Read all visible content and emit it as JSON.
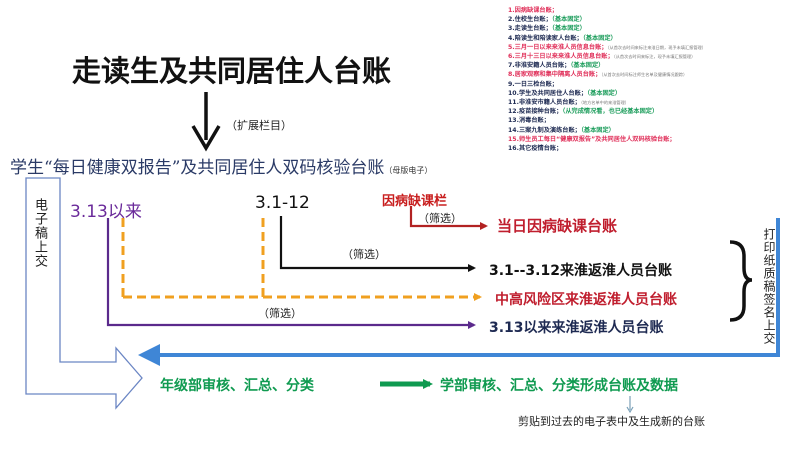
{
  "title": "走读生及共同居住人台账",
  "expand_note": "（扩展栏目）",
  "heading": {
    "part1": "学生“每日健康双报告”及共同居住人双码核验台账",
    "part2": "（母版电子）"
  },
  "left_vertical": "电子稿上交",
  "right_vertical": "打印纸质稿签名上交",
  "node_313": "3.13以来",
  "node_31_12": "3.1-12",
  "sick_column": "因病缺课栏",
  "filter_label": "（筛选）",
  "outputs": {
    "sick_ledger": "当日因病缺课台账",
    "return_31_312": "3.1--3.12来淮返淮人员台账",
    "risk_area": "中高风险区来淮返淮人员台账",
    "return_313": "3.13以来来淮返淮人员台账"
  },
  "grade_review": "年级部审核、汇总、分类",
  "school_review": "学部审核、汇总、分类形成台账及数据",
  "paste_note": "剪贴到过去的电子表中及生成新的台账",
  "ledger_list": [
    {
      "num": "1.",
      "text": "因病缺课台账；",
      "tag": "",
      "note": "",
      "color": "c-red"
    },
    {
      "num": "2.",
      "text": "住校生台账；",
      "tag": "（基本固定）",
      "note": "",
      "color": "c-blue"
    },
    {
      "num": "3.",
      "text": "走读生台账；",
      "tag": "（基本固定）",
      "note": "",
      "color": "c-blue"
    },
    {
      "num": "4.",
      "text": "陪读生和陪读家人台账；",
      "tag": "（基本固定）",
      "note": "",
      "color": "c-blue"
    },
    {
      "num": "5.",
      "text": "三月一日以来来淮人员信息台账；",
      "tag": "",
      "note": "（从首次去时间来标注来淮日期，现予未填汇报管理）",
      "color": "c-red"
    },
    {
      "num": "6.",
      "text": "三月十三日以来来淮人员信息台账；",
      "tag": "",
      "note": "（从首次去时间来标注，现予未填汇报管理）",
      "color": "c-red"
    },
    {
      "num": "7.",
      "text": "非淮安籍人员台账；",
      "tag": "（基本固定）",
      "note": "",
      "color": "c-blue"
    },
    {
      "num": "8.",
      "text": "居家观察和集中隔离人员台账；",
      "tag": "",
      "note": "（从首次去时间标注师生名单及健康情况跟踪）",
      "color": "c-red"
    },
    {
      "num": "9.",
      "text": "一日三检台账；",
      "tag": "",
      "note": "",
      "color": "c-blue"
    },
    {
      "num": "10.",
      "text": "学生及共同居住人台账；",
      "tag": "（基本固定）",
      "note": "",
      "color": "c-blue"
    },
    {
      "num": "11.",
      "text": "非淮安市籍人员台账；",
      "tag": "",
      "note": "（地方名单中的来淮管理）",
      "color": "c-blue"
    },
    {
      "num": "12.",
      "text": "疫苗接种台账；",
      "tag": "（从完成情况看，也已经基本固定）",
      "note": "",
      "color": "c-blue"
    },
    {
      "num": "13.",
      "text": "消毒台账；",
      "tag": "",
      "note": "",
      "color": "c-blue"
    },
    {
      "num": "14.",
      "text": "三案九制及演练台账；",
      "tag": "（基本固定）",
      "note": "",
      "color": "c-blue"
    },
    {
      "num": "15.",
      "text": "师生员工每日“健康双报告”及共同居住人双码核验台账；",
      "tag": "",
      "note": "",
      "color": "c-red"
    },
    {
      "num": "16.",
      "text": "其它疫情台账；",
      "tag": "",
      "note": "",
      "color": "c-blue"
    }
  ],
  "colors": {
    "title": "#111111",
    "heading_blue": "#2a3a66",
    "node_purple": "#6a2a9a",
    "orange_dashed": "#f0a020",
    "dark_red_arrow": "#b22222",
    "blue_arrow": "#3f86d6",
    "green": "#0f9a50",
    "purple_line": "#5b2a8c"
  }
}
